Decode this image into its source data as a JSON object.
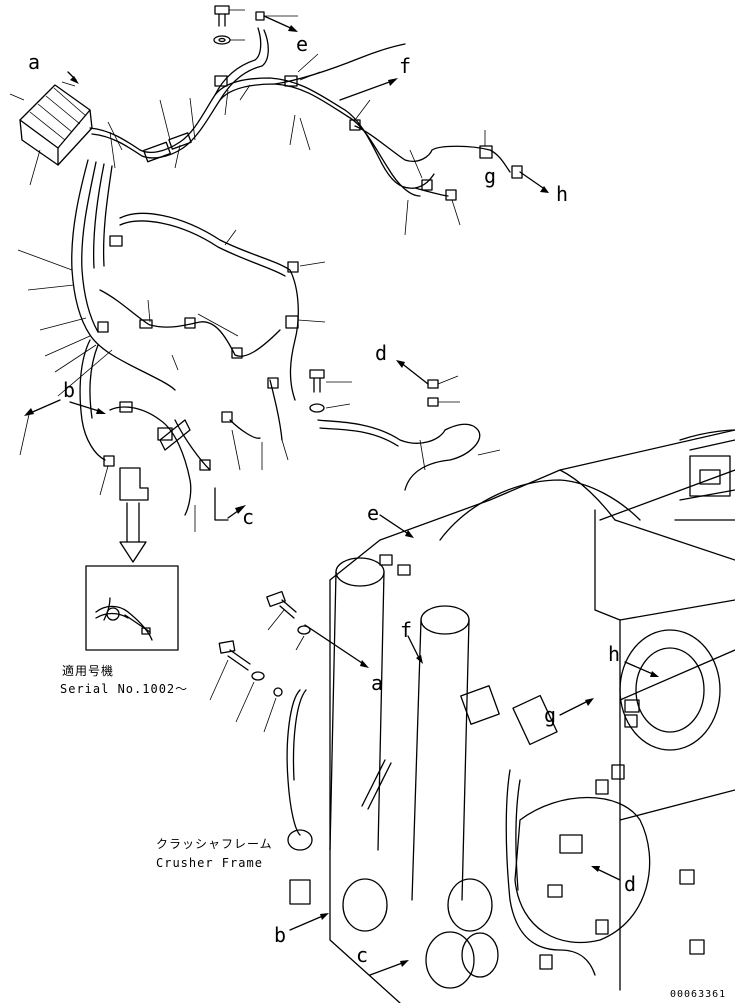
{
  "callouts": {
    "a_top": "a",
    "b_left": "b",
    "c_mid": "c",
    "d_mid": "d",
    "e_top": "e",
    "f_top": "f",
    "g_top": "g",
    "h_top": "h",
    "e_frame": "e",
    "f_frame": "f",
    "a_frame": "a",
    "g_frame": "g",
    "h_frame": "h",
    "d_frame": "d",
    "b_frame": "b",
    "c_frame": "c"
  },
  "inset": {
    "applicable_jp": "適用号機",
    "serial": "Serial No.1002～"
  },
  "frame_caption": {
    "jp": "クラッシャフレーム",
    "en": "Crusher Frame"
  },
  "document_number": "00063361"
}
